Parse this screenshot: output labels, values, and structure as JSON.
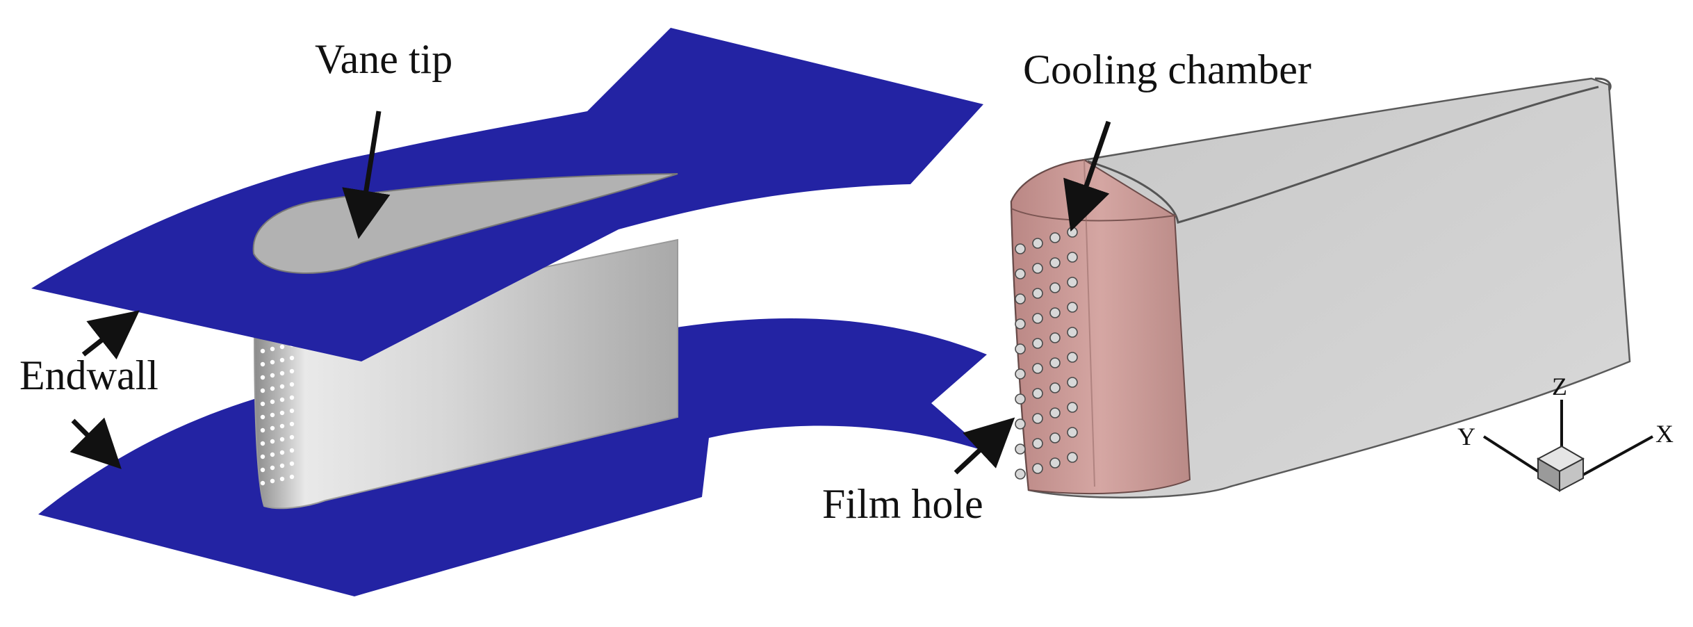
{
  "labels": {
    "vane_tip": "Vane tip",
    "endwall": "Endwall",
    "cooling_chamber": "Cooling chamber",
    "film_hole": "Film hole"
  },
  "axes": {
    "x": "X",
    "y": "Y",
    "z": "Z"
  },
  "colors": {
    "endwall": "#2323a3",
    "vane_surface": "#c8c8c8",
    "vane_tip": "#b2b2b2",
    "passage": "#b9b9b9",
    "chamber": "#c98a86",
    "outline": "#4d4d4d"
  }
}
